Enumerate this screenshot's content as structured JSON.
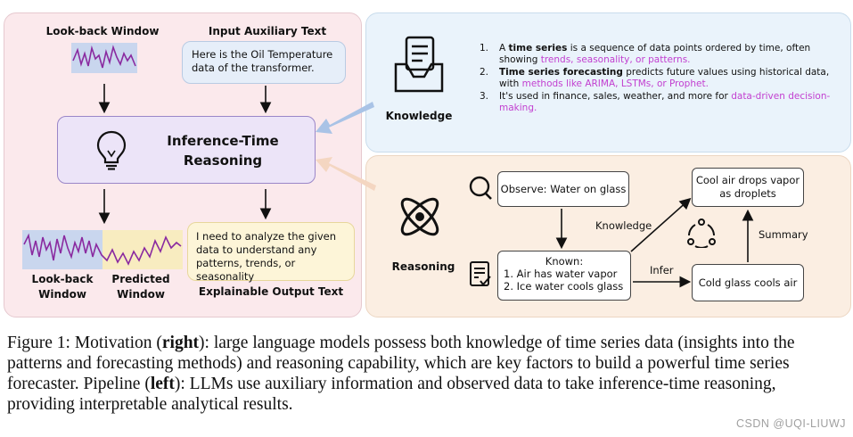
{
  "left": {
    "lookback_title": "Look-back Window",
    "aux_title": "Input Auxiliary Text",
    "aux_text": "Here is the Oil Temperature data of the transformer.",
    "reasoning_label_1": "Inference-Time",
    "reasoning_label_2": "Reasoning",
    "lookback_label_1": "Look-back",
    "lookback_label_2": "Window",
    "predicted_label_1": "Predicted",
    "predicted_label_2": "Window",
    "output_text": "I need to analyze the given data to understand any patterns, trends, or seasonality",
    "output_title": "Explainable Output Text"
  },
  "knowledge": {
    "label": "Knowledge",
    "items": [
      {
        "num": "1.",
        "pre": "A ",
        "bold": "time series",
        "mid": " is a sequence of data points ordered by time, often showing ",
        "hl": "trends, seasonality, or patterns."
      },
      {
        "num": "2.",
        "pre": "",
        "bold": "Time series forecasting",
        "mid": " predicts future values using historical data, with ",
        "hl": "methods like ARIMA, LSTMs, or Prophet."
      },
      {
        "num": "3.",
        "pre": "",
        "bold": "",
        "mid": "It's used in finance, sales, weather, and more for ",
        "hl": "data-driven decision-making."
      }
    ]
  },
  "reasoning": {
    "label": "Reasoning",
    "observe": "Observe: Water on glass",
    "known_title": "Known:",
    "known_items": [
      "1.   Air has water vapor",
      "2.   Ice water cools glass"
    ],
    "cool_air_1": "Cool air drops vapor",
    "cool_air_2": "as droplets",
    "cold_glass": "Cold glass cools air",
    "edge_knowledge": "Knowledge",
    "edge_infer": "Infer",
    "edge_summary": "Summary"
  },
  "caption": {
    "p1": "Figure 1: Motivation (",
    "b1": "right",
    "p2": "): large language models possess both knowledge of time series data (insights into the patterns and forecasting methods) and reasoning capability, which are key factors to build a powerful time series forecaster. Pipeline (",
    "b2": "left",
    "p3": "): LLMs use auxiliary information and observed data to take inference-time reasoning, providing interpretable analytical results."
  },
  "watermark": "CSDN @UQI-LIUWJ",
  "colors": {
    "left_bg": "#fbe9ec",
    "knowledge_bg": "#eaf3fb",
    "reasoning_bg": "#fbeee2",
    "series_line": "#8a2aa0",
    "lookback_fill": "#c9d6ee",
    "predicted_fill": "#f8ecc0",
    "highlight": "#c23fd0"
  }
}
